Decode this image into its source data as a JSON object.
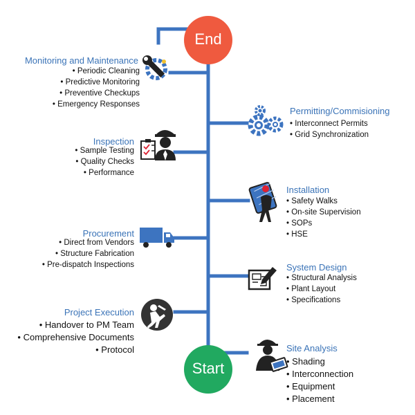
{
  "nodes": {
    "end_label": "End",
    "start_label": "Start",
    "end_color": "#ef5a3f",
    "start_color": "#21a960",
    "line_color": "#3d74c0"
  },
  "left_stages": [
    {
      "title": "Monitoring and Maintenance",
      "items": [
        "Periodic Cleaning",
        "Predictive Monitoring",
        "Preventive Checkups",
        "Emergency Responses"
      ],
      "icon": "wrench-gear-icon"
    },
    {
      "title": "Inspection",
      "items": [
        "Sample Testing",
        "Quality Checks",
        "Performance"
      ],
      "icon": "inspector-clipboard-icon"
    },
    {
      "title": "Procurement",
      "items": [
        "Direct from Vendors",
        "Structure Fabrication",
        "Pre-dispatch Inspections"
      ],
      "icon": "delivery-truck-icon"
    },
    {
      "title": "Project Execution",
      "items": [
        "Handover to PM Team",
        "Comprehensive Documents",
        "Protocol"
      ],
      "icon": "worker-circle-icon"
    }
  ],
  "right_stages": [
    {
      "title": "Permitting/Commisioning",
      "items": [
        "Interconnect Permits",
        "Grid Synchronization"
      ],
      "icon": "gears-icon"
    },
    {
      "title": "Installation",
      "items": [
        "Safety Walks",
        "On-site Supervision",
        "SOPs",
        "HSE"
      ],
      "icon": "installer-panel-icon"
    },
    {
      "title": "System Design",
      "items": [
        "Structural Analysis",
        "Plant Layout",
        "Specifications"
      ],
      "icon": "blueprint-icon"
    },
    {
      "title": "Site Analysis",
      "items": [
        "Shading",
        "Interconnection",
        "Equipment",
        "Placement"
      ],
      "icon": "engineer-laptop-icon"
    }
  ]
}
